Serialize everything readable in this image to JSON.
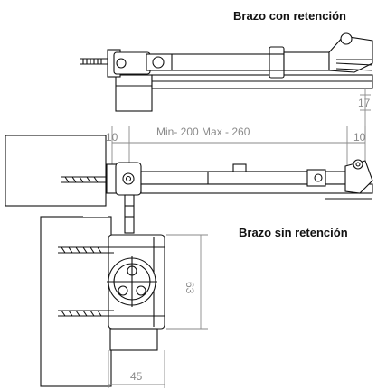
{
  "labels": {
    "arm_with_hold": "Brazo con retención",
    "arm_without_hold": "Brazo sin retención"
  },
  "dimensions": {
    "range": "Min- 200  Max - 260",
    "offset_left": "10",
    "offset_right": "10",
    "vertical_gap": "17",
    "body_height": "63",
    "body_width": "45"
  },
  "colors": {
    "line": "#111111",
    "dimension": "#8a8a8a",
    "background": "#ffffff"
  }
}
